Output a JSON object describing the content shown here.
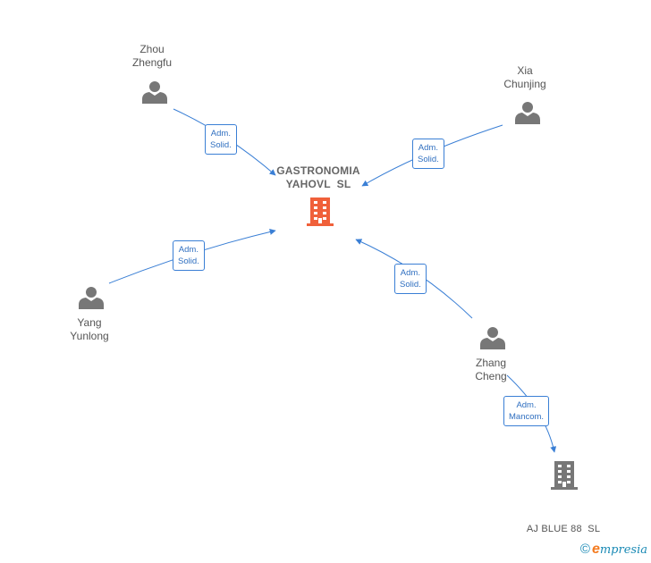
{
  "colors": {
    "edge": "#3a7fd5",
    "person_icon": "#777777",
    "focus_company": "#f0603a",
    "company": "#777777"
  },
  "nodes": {
    "zhou": {
      "line1": "Zhou",
      "line2": "Zhengfu",
      "icon": "person-icon"
    },
    "xia": {
      "line1": "Xia",
      "line2": "Chunjing",
      "icon": "person-icon"
    },
    "yang": {
      "line1": "Yang",
      "line2": "Yunlong",
      "icon": "person-icon"
    },
    "zhang": {
      "line1": "Zhang",
      "line2": "Cheng",
      "icon": "person-icon"
    },
    "gastronomia": {
      "line1": "GASTRONOMIA",
      "line2": "YAHOVL  SL",
      "icon": "building-icon"
    },
    "ajblue": {
      "line1": "AJ BLUE 88  SL",
      "icon": "building-icon"
    }
  },
  "edges": {
    "zhou": {
      "line1": "Adm.",
      "line2": "Solid."
    },
    "xia": {
      "line1": "Adm.",
      "line2": "Solid."
    },
    "yang": {
      "line1": "Adm.",
      "line2": "Solid."
    },
    "zhang": {
      "line1": "Adm.",
      "line2": "Solid."
    },
    "zhang_ajblue": {
      "line1": "Adm.",
      "line2": "Mancom."
    }
  },
  "brand": {
    "copyright": "©",
    "e": "e",
    "rest": "mpresia"
  }
}
